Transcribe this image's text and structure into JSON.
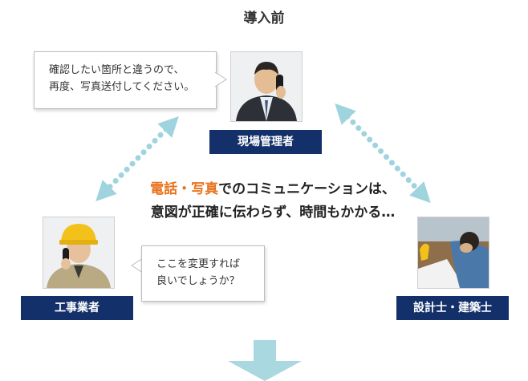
{
  "heading": "導入前",
  "roles": {
    "site_manager": "現場管理者",
    "contractor": "工事業者",
    "designer": "設計士・建築士"
  },
  "bubbles": {
    "manager_line1": "確認したい箇所と違うので、",
    "manager_line2": "再度、写真送付してください。",
    "contractor_line1": "ここを変更すれば",
    "contractor_line2": "良いでしょうか？"
  },
  "center": {
    "highlight": "電話・写真",
    "line1_rest": "でのコミュニケーションは、",
    "line2": "意図が正確に伝わらず、時間もかかる…"
  },
  "icons": {
    "arrow": "down-arrow-icon",
    "connector": "dotted-double-arrow-icon"
  },
  "colors": {
    "label_bg": "#13306a",
    "accent": "#e8741e",
    "dots": "#9fd4de",
    "down_arrow": "#a9d8e0"
  }
}
